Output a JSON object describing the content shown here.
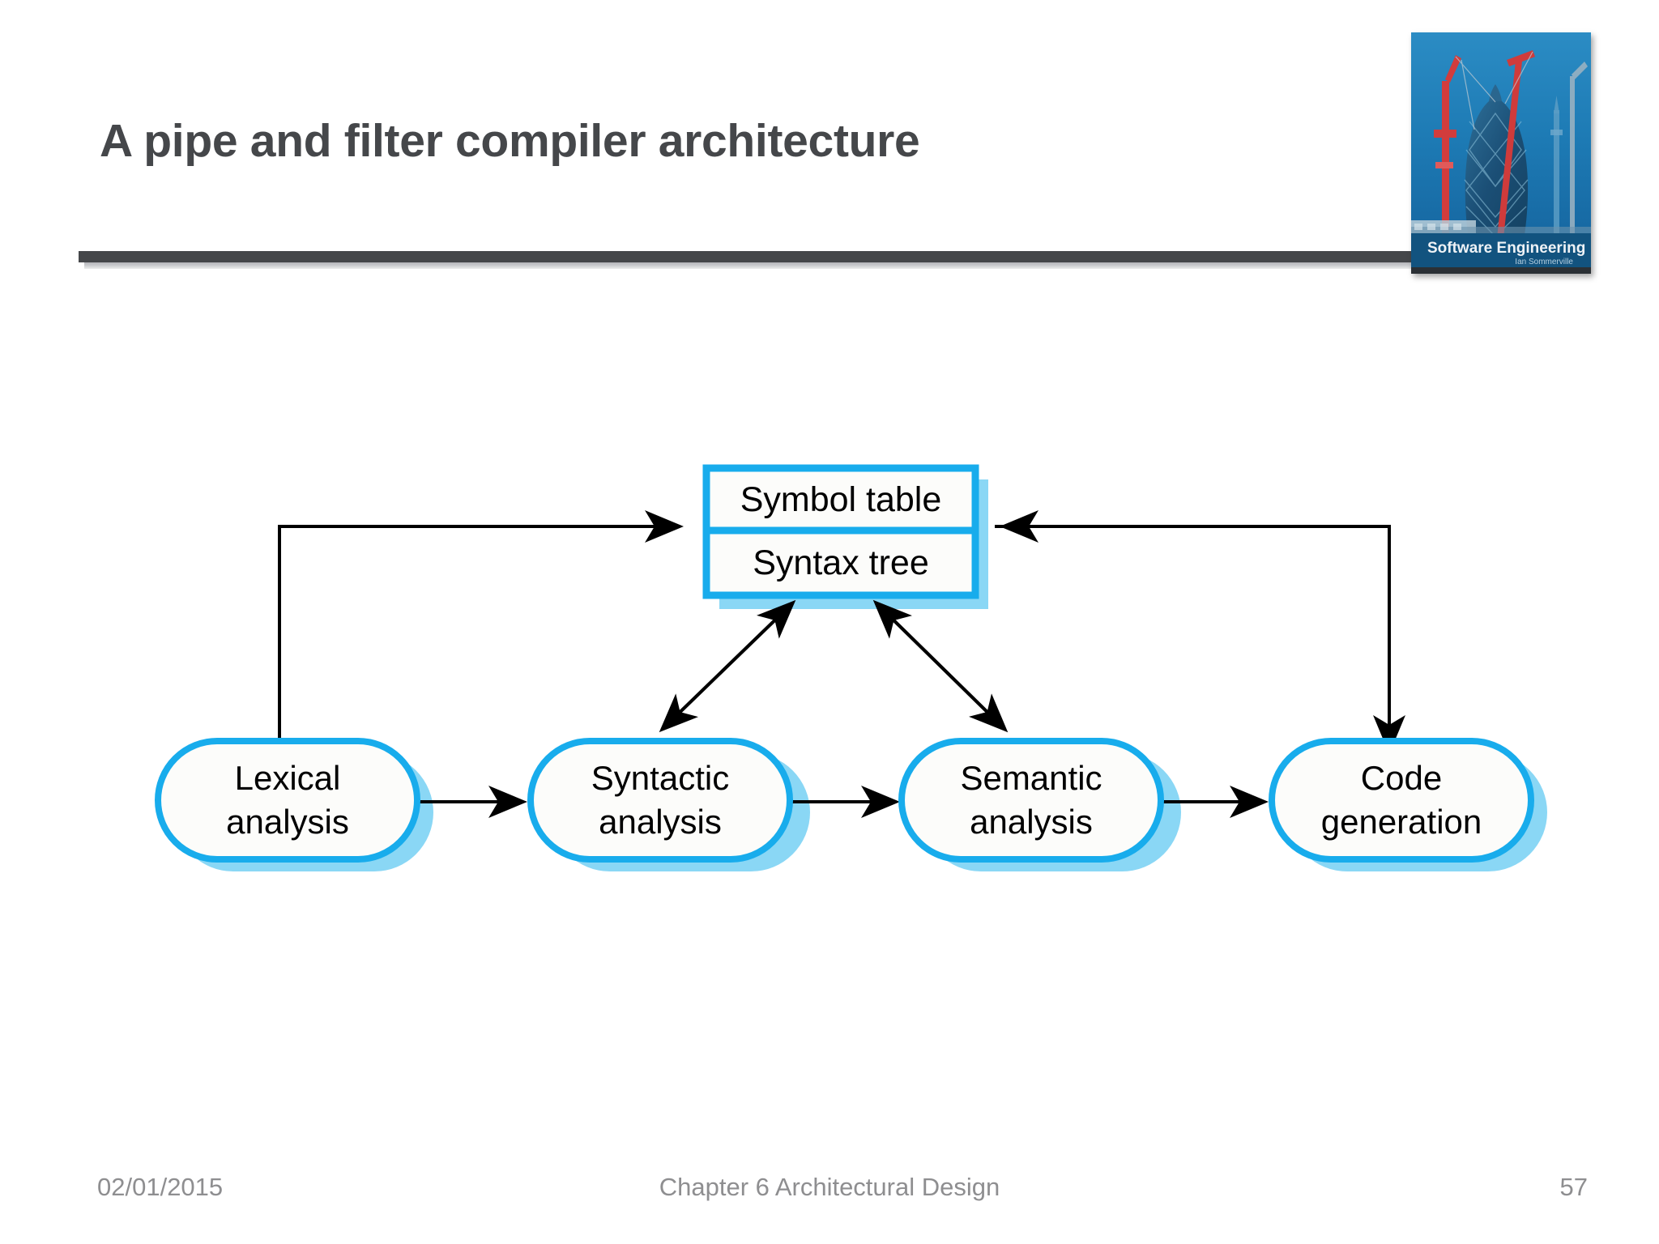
{
  "slide": {
    "title": "A pipe and filter compiler architecture",
    "accent_color": "#18ACEC",
    "accent_shadow_color": "#8AD7F5",
    "rule_color": "#45474a",
    "title_color": "#45474a",
    "footer_color": "#8e8e90",
    "background": "#ffffff"
  },
  "logo": {
    "name": "software-engineering-book-cover",
    "title_line": "Software Engineering",
    "author_line": "Ian Sommerville"
  },
  "diagram": {
    "type": "pipe-and-filter-architecture",
    "data_stores": [
      {
        "id": "symbol-table",
        "label": "Symbol table"
      },
      {
        "id": "syntax-tree",
        "label": "Syntax tree"
      }
    ],
    "filters": [
      {
        "id": "lexical-analysis",
        "label_line1": "Lexical",
        "label_line2": "analysis"
      },
      {
        "id": "syntactic-analysis",
        "label_line1": "Syntactic",
        "label_line2": "analysis"
      },
      {
        "id": "semantic-analysis",
        "label_line1": "Semantic",
        "label_line2": "analysis"
      },
      {
        "id": "code-generation",
        "label_line1": "Code",
        "label_line2": "generation"
      }
    ],
    "connections": [
      {
        "from": "lexical-analysis",
        "to": "syntactic-analysis",
        "style": "pipe-arrow"
      },
      {
        "from": "syntactic-analysis",
        "to": "semantic-analysis",
        "style": "pipe-arrow"
      },
      {
        "from": "semantic-analysis",
        "to": "code-generation",
        "style": "pipe-arrow"
      },
      {
        "from": "lexical-analysis",
        "to": "symbol-table",
        "style": "orthogonal-arrow"
      },
      {
        "from": "syntactic-analysis",
        "to": "syntax-tree",
        "style": "diagonal-double-arrow"
      },
      {
        "from": "semantic-analysis",
        "to": "syntax-tree",
        "style": "diagonal-double-arrow"
      },
      {
        "from": "symbol-table",
        "to": "code-generation",
        "style": "orthogonal-double-arrow"
      }
    ]
  },
  "footer": {
    "date": "02/01/2015",
    "center": "Chapter 6 Architectural Design",
    "page": "57"
  }
}
